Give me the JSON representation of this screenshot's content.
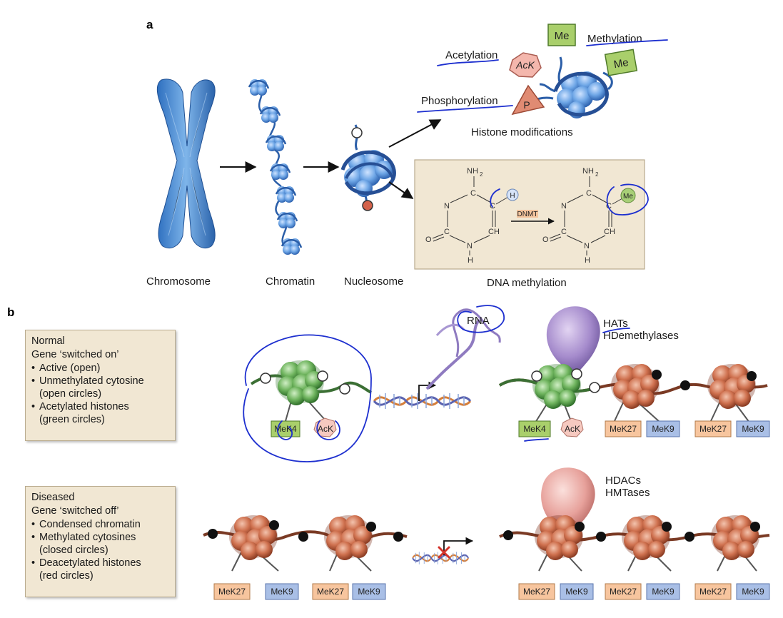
{
  "panel_a": {
    "letter": "a",
    "labels": {
      "chromosome": "Chromosome",
      "chromatin": "Chromatin",
      "nucleosome": "Nucleosome",
      "dna_methylation": "DNA methylation",
      "histone_modifications": "Histone modifications",
      "acetylation": "Acetylation",
      "methylation": "Methylation",
      "phosphorylation": "Phosphorylation"
    },
    "tags": {
      "me": "Me",
      "ack": "AcK",
      "p": "P"
    },
    "chemistry": {
      "nh2": "NH",
      "sub2": "2",
      "n": "N",
      "c": "C",
      "ch": "CH",
      "o": "O",
      "h": "H",
      "h_circle": "H",
      "me_circle": "Me",
      "enzyme": "DNMT"
    }
  },
  "panel_b": {
    "letter": "b",
    "normal_box": {
      "title": "Normal",
      "subtitle": "Gene ‘switched on’",
      "bullets": [
        "Active (open)",
        "Unmethylated cytosine",
        "Acetylated histones"
      ],
      "bullet_cont": [
        "",
        "(open circles)",
        "(green circles)"
      ]
    },
    "diseased_box": {
      "title": "Diseased",
      "subtitle": "Gene ‘switched off’",
      "bullets": [
        "Condensed chromatin",
        "Methylated cytosines",
        "Deacetylated histones"
      ],
      "bullet_cont": [
        "",
        "(closed circles)",
        "(red circles)"
      ]
    },
    "rna": "RNA",
    "enzymes_top": [
      "HATs",
      "HDemethylases"
    ],
    "enzymes_bottom": [
      "HDACs",
      "HMTases"
    ],
    "tags": {
      "mek4": "MeK4",
      "ack": "AcK",
      "mek27": "MeK27",
      "mek9": "MeK9"
    }
  },
  "colors": {
    "chromosome_blue": "#4a8fd4",
    "nucleosome_blue": "#5b9be0",
    "green_histone": "#5aa14f",
    "red_histone": "#c8694a",
    "box_fill": "#f1e7d3",
    "tag_green": "#a9cf6b",
    "tag_pink": "#f6c9c0",
    "tag_orange": "#f7c59e",
    "tag_blue": "#a9bfe6",
    "pen_annotation": "#1d2fcf"
  }
}
